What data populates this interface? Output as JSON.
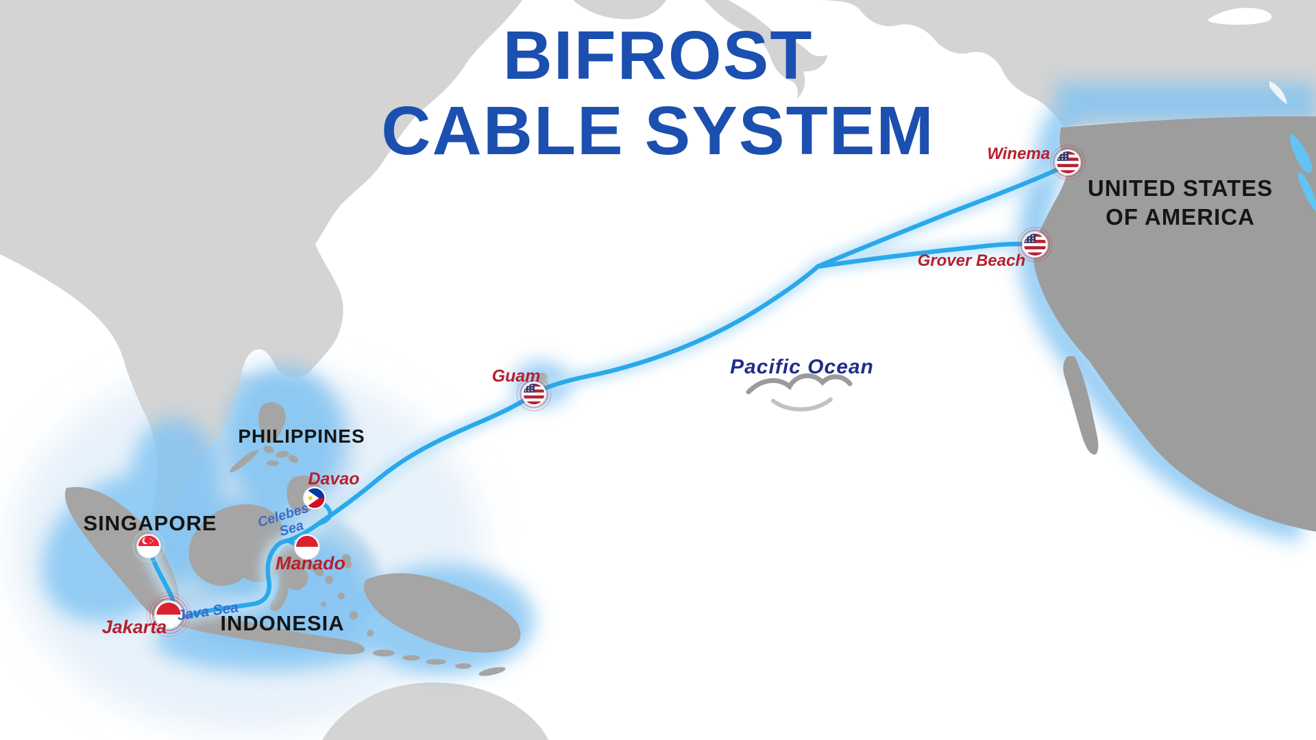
{
  "title": {
    "line1": "BIFROST",
    "line2": "CABLE SYSTEM"
  },
  "countries": {
    "philippines": "PHILIPPINES",
    "singapore": "SINGAPORE",
    "indonesia": "INDONESIA",
    "usa_line1": "UNITED STATES",
    "usa_line2": "OF AMERICA"
  },
  "points": {
    "winema": {
      "label": "Winema",
      "flag": "us-flag-icon"
    },
    "grover_beach": {
      "label": "Grover Beach",
      "flag": "us-flag-icon"
    },
    "guam": {
      "label": "Guam",
      "flag": "us-flag-icon"
    },
    "davao": {
      "label": "Davao",
      "flag": "philippines-flag-icon"
    },
    "manado": {
      "label": "Manado",
      "flag": "indonesia-flag-icon"
    },
    "jakarta": {
      "label": "Jakarta",
      "flag": "indonesia-flag-icon"
    },
    "singapore": {
      "flag": "singapore-flag-icon"
    }
  },
  "seas": {
    "pacific": "Pacific Ocean",
    "java": "Java Sea",
    "celebes_line1": "Celebes",
    "celebes_line2": "Sea"
  },
  "colors": {
    "title_blue": "#1b4fb0",
    "cable_blue": "#2aa9ea",
    "city_label_red": "#b6202e",
    "sea_label_blue": "#3b6cc9",
    "pacific_label_navy": "#1f2d8a",
    "country_label_black": "#151515",
    "background_land_gray": "#d4d4d4",
    "highlight_land_gray": "#9d9d9d",
    "island_gray": "#a5a5a5",
    "glow_blue": "#7fc2f2",
    "shallow_sea_blue": "#b7d7ee",
    "lake_blue": "#63c3f3"
  }
}
